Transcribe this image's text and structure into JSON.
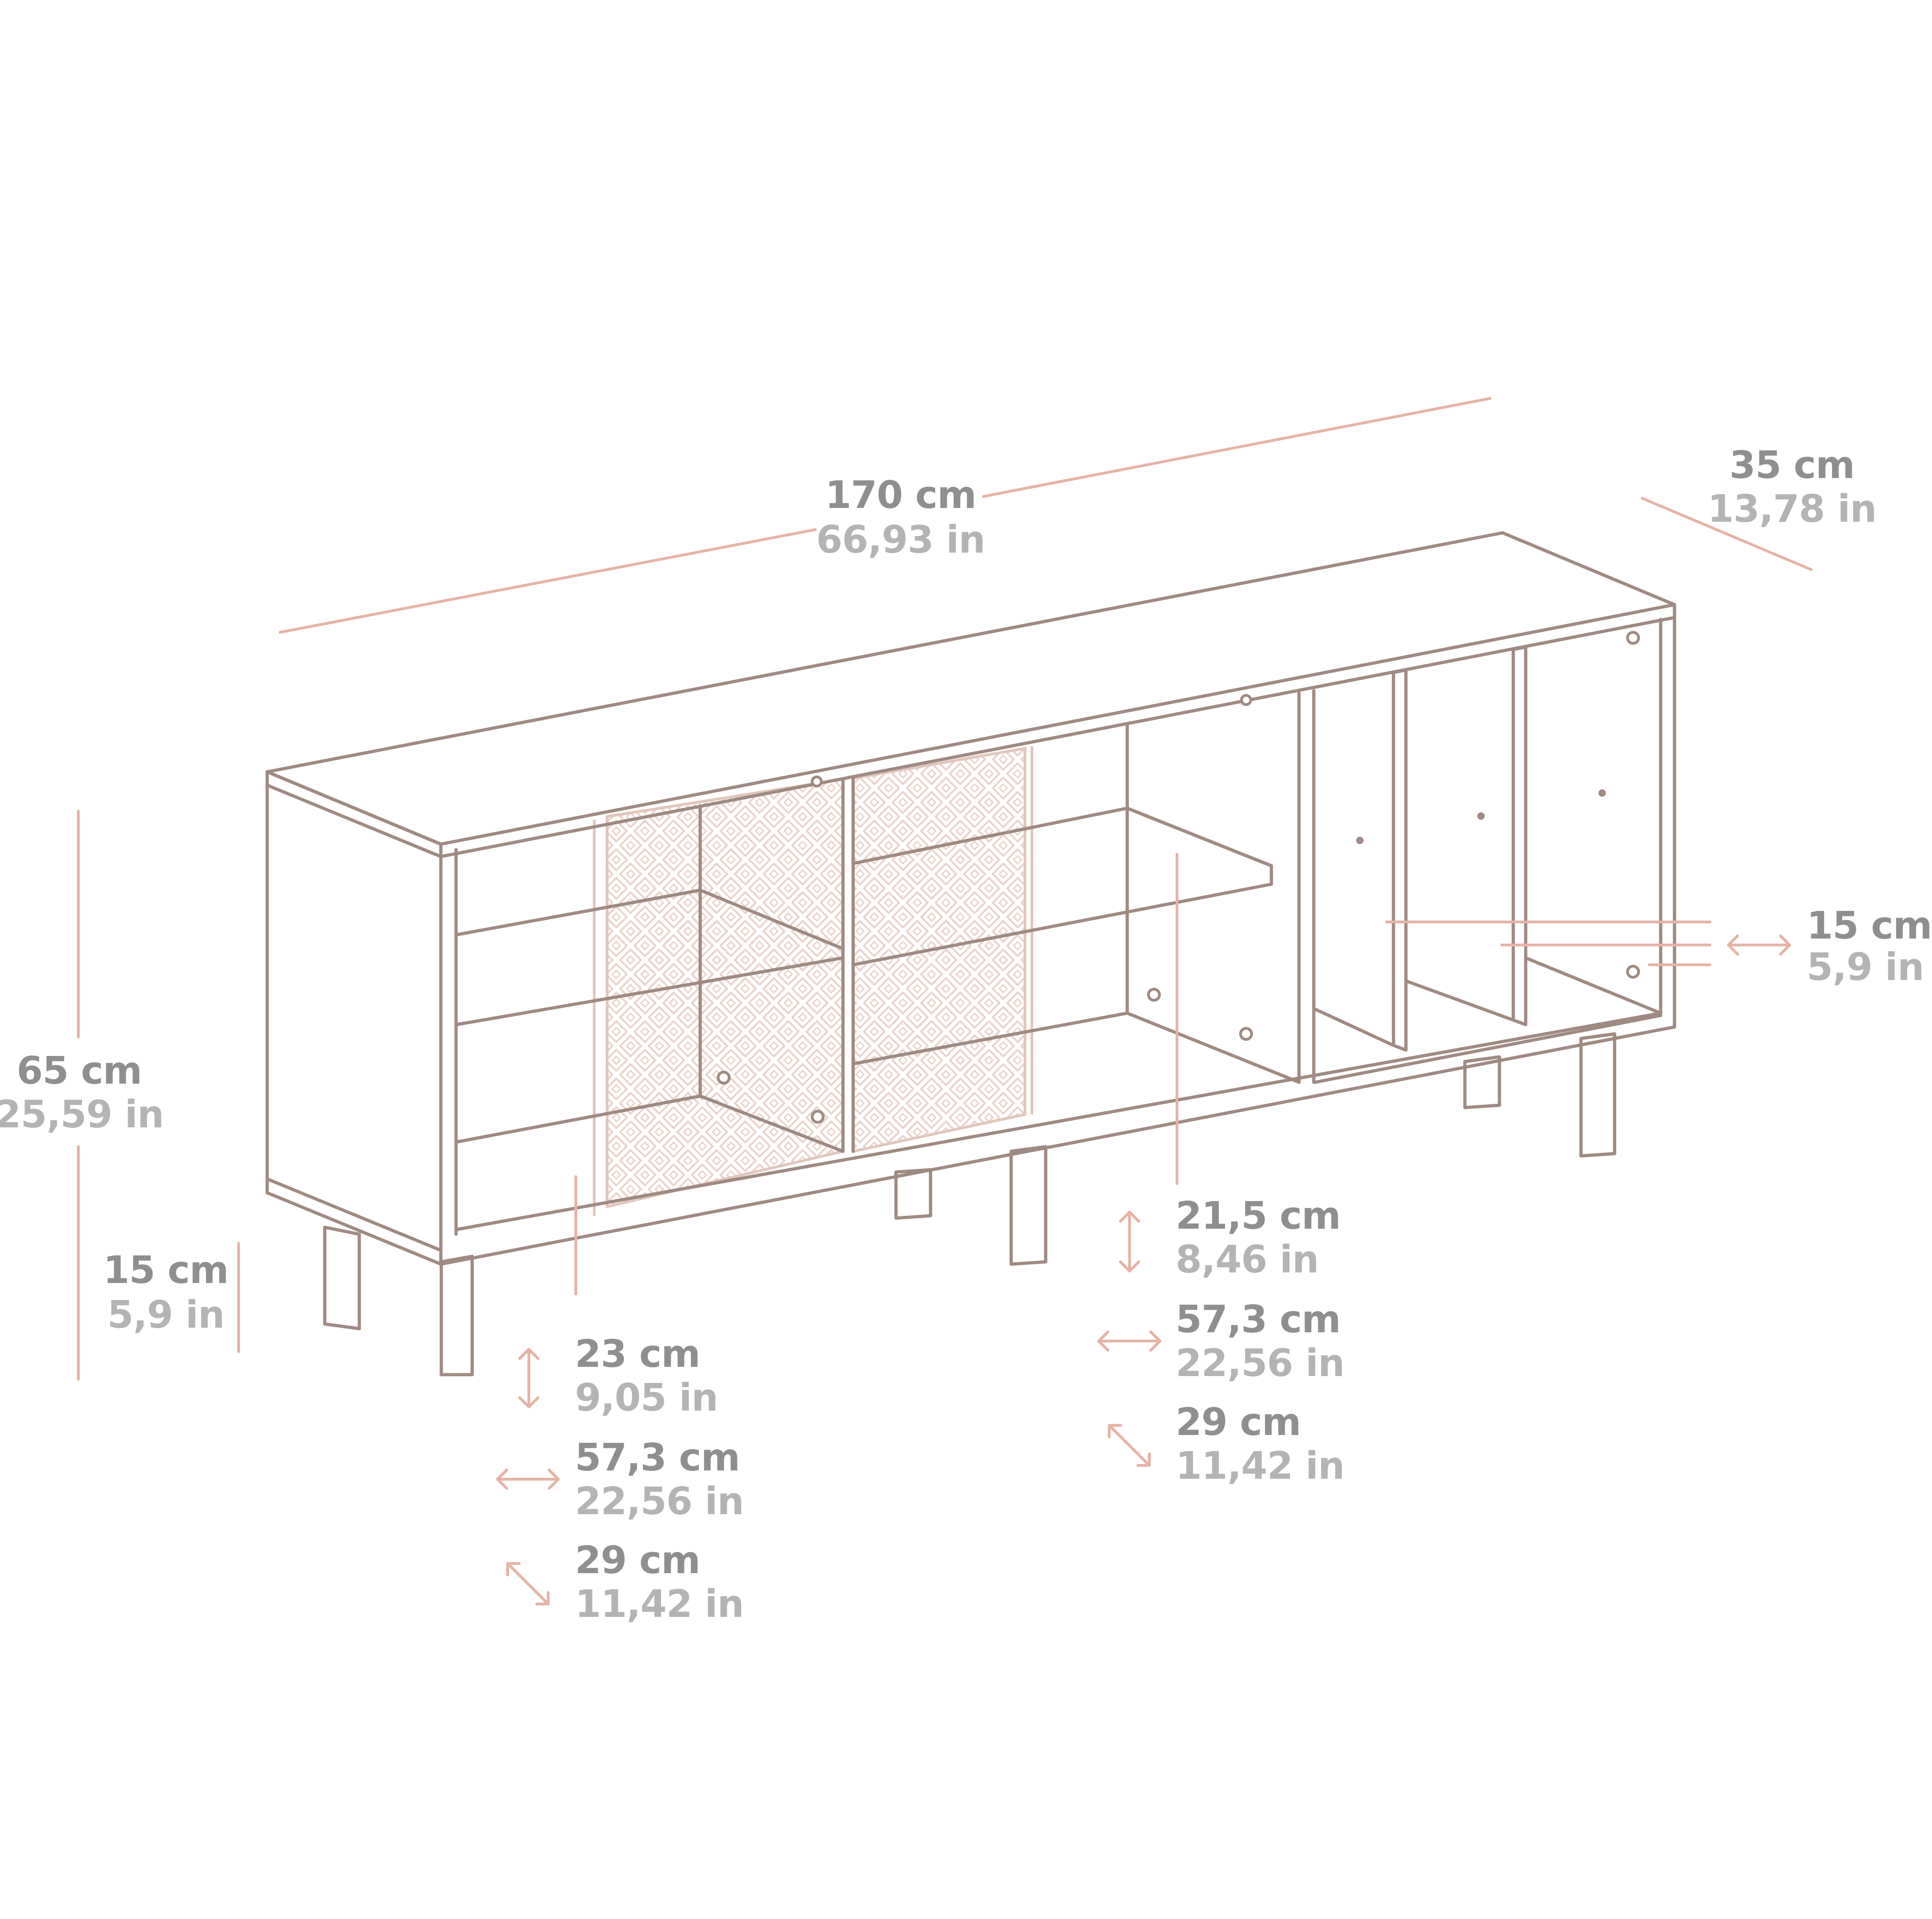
{
  "colors": {
    "furniture_outline": "#9f8a81",
    "dimension_line": "#e5b3a5",
    "cm_text": "#8f8f8f",
    "in_text": "#b4b4b4",
    "background": "#ffffff"
  },
  "dimensions": {
    "overall_width": {
      "cm": "170 cm",
      "in": "66,93 in"
    },
    "overall_depth": {
      "cm": "35 cm",
      "in": "13,78 in"
    },
    "overall_height": {
      "cm": "65 cm",
      "in": "25,59 in"
    },
    "leg_height": {
      "cm": "15 cm",
      "in": "5,9 in"
    },
    "divider_spacing": {
      "cm": "15 cm",
      "in": "5,9 in"
    },
    "left_compartment_height": {
      "cm": "23 cm",
      "in": "9,05 in"
    },
    "left_compartment_width": {
      "cm": "57,3 cm",
      "in": "22,56 in"
    },
    "left_compartment_depth": {
      "cm": "29 cm",
      "in": "11,42 in"
    },
    "middle_compartment_height": {
      "cm": "21,5 cm",
      "in": "8,46 in"
    },
    "middle_compartment_width": {
      "cm": "57,3 cm",
      "in": "22,56 in"
    },
    "middle_compartment_depth": {
      "cm": "29 cm",
      "in": "11,42 in"
    }
  },
  "icons": {
    "vertical": "vertical-double-arrow-icon",
    "horizontal": "horizontal-double-arrow-icon",
    "diagonal": "diagonal-double-arrow-icon"
  }
}
